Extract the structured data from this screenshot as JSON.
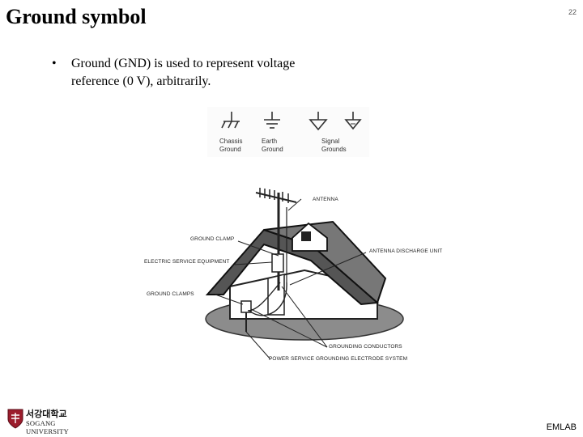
{
  "slide": {
    "title": "Ground symbol",
    "page_number": "22"
  },
  "bullets": [
    "Ground (GND) is used to represent voltage reference (0 V), arbitrarily."
  ],
  "bullet_glyph": "•",
  "symbols_figure": {
    "labels": [
      [
        "Chassis",
        "Ground"
      ],
      [
        "Earth",
        "Ground"
      ],
      [
        "Signal",
        "Grounds"
      ]
    ]
  },
  "house_figure": {
    "callouts": {
      "antenna": "ANTENNA",
      "ground_clamp": "GROUND CLAMP",
      "antenna_discharge_unit": "ANTENNA DISCHARGE UNIT",
      "electric_service_equipment": "ELECTRIC SERVICE EQUIPMENT",
      "ground_clamps": "GROUND CLAMPS",
      "grounding_conductors": "GROUNDING CONDUCTORS",
      "power_service_grounding_electrode_system": "POWER SERVICE GROUNDING ELECTRODE SYSTEM"
    }
  },
  "footer": {
    "brand": "EMLAB",
    "logo_korean": "서강대학교",
    "logo_english": "SOGANG UNIVERSITY"
  }
}
